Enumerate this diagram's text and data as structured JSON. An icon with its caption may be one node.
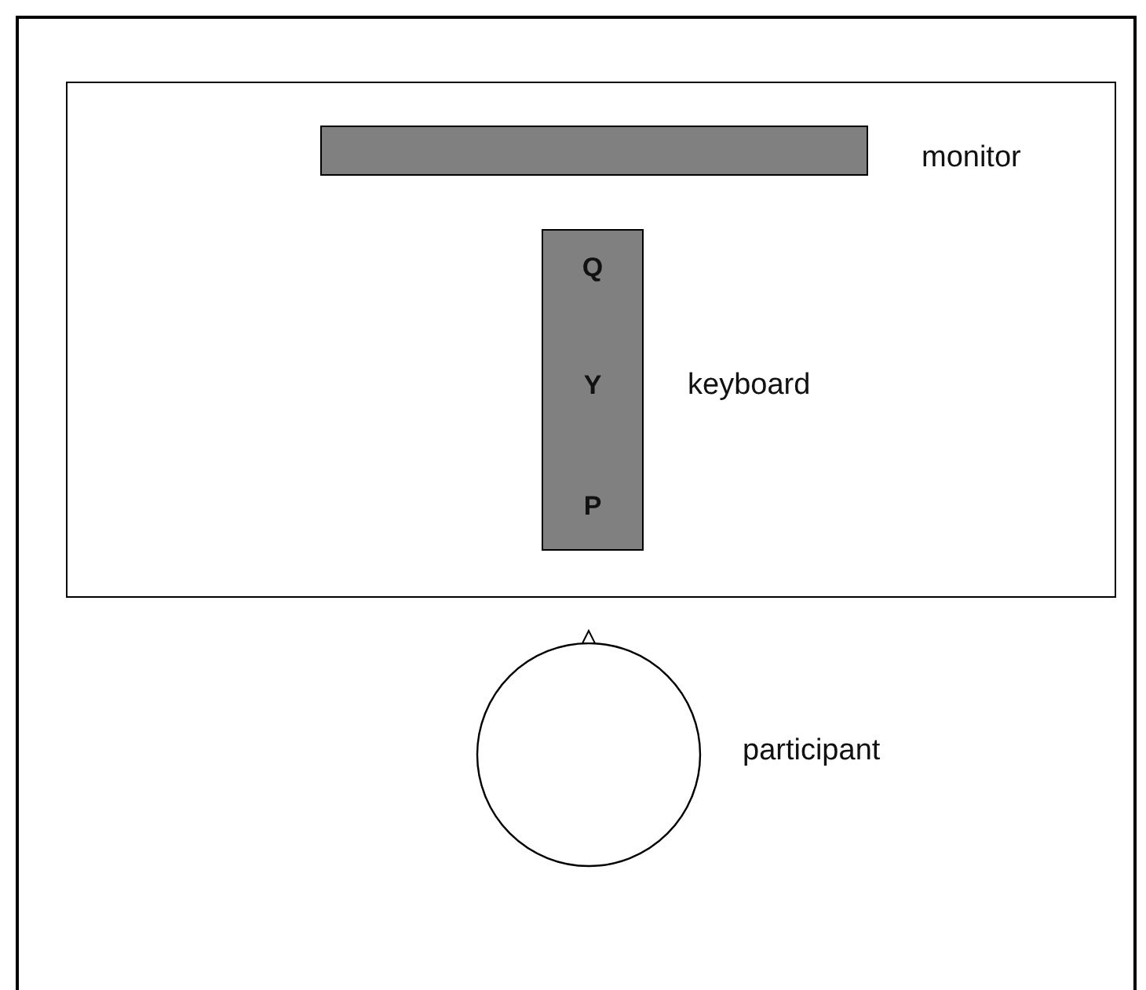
{
  "diagram": {
    "nodes": [
      {
        "text": [],
        "shape": "box"
      },
      {
        "text": [],
        "shape": "bar",
        "in": 0,
        "beside": [
          "monitor"
        ]
      },
      {
        "text": [
          "Q",
          "Y",
          "P"
        ],
        "in": 0,
        "beside": [
          "keyboard"
        ]
      },
      {
        "text": [],
        "shape": "circle",
        "beside": [
          "participant"
        ]
      }
    ]
  }
}
